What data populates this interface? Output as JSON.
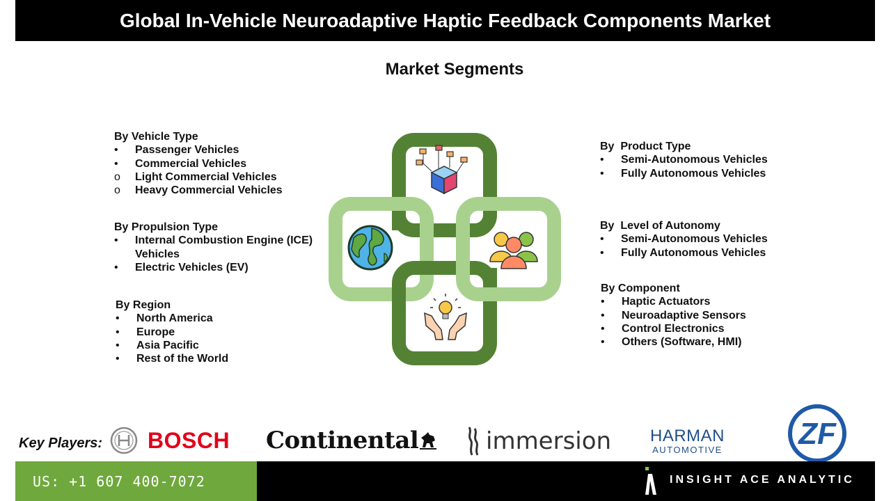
{
  "header": {
    "title": "Global In-Vehicle Neuroadaptive Haptic Feedback Components Market",
    "subtitle": "Market Segments"
  },
  "segments": {
    "vehicle_type": {
      "heading": "By Vehicle Type",
      "items": [
        {
          "marker": "•",
          "text": "Passenger Vehicles"
        },
        {
          "marker": "•",
          "text": "Commercial Vehicles"
        },
        {
          "marker": "o",
          "text": "Light Commercial Vehicles"
        },
        {
          "marker": "o",
          "text": "Heavy Commercial Vehicles"
        }
      ]
    },
    "propulsion_type": {
      "heading": "By Propulsion Type",
      "items": [
        {
          "marker": "•",
          "text": "Internal Combustion Engine (ICE) Vehicles"
        },
        {
          "marker": "•",
          "text": "Electric Vehicles (EV)"
        }
      ]
    },
    "region": {
      "heading": "By Region",
      "items": [
        {
          "marker": "•",
          "text": "North America"
        },
        {
          "marker": "•",
          "text": "Europe"
        },
        {
          "marker": "•",
          "text": "Asia Pacific"
        },
        {
          "marker": "•",
          "text": "Rest of the World"
        }
      ]
    },
    "product_type": {
      "heading": "By  Product Type",
      "items": [
        {
          "marker": "•",
          "text": "Semi-Autonomous Vehicles"
        },
        {
          "marker": "•",
          "text": "Fully Autonomous Vehicles"
        }
      ]
    },
    "level_of_autonomy": {
      "heading": "By  Level of Autonomy",
      "items": [
        {
          "marker": "•",
          "text": "Semi-Autonomous Vehicles"
        },
        {
          "marker": "•",
          "text": "Fully Autonomous Vehicles"
        }
      ]
    },
    "component": {
      "heading": "By Component",
      "items": [
        {
          "marker": "•",
          "text": "Haptic Actuators"
        },
        {
          "marker": "•",
          "text": "Neuroadaptive Sensors"
        },
        {
          "marker": "•",
          "text": "Control Electronics"
        },
        {
          "marker": "•",
          "text": "Others (Software, HMI)"
        }
      ]
    }
  },
  "key_players": {
    "label": "Key Players:",
    "logos": [
      "BOSCH",
      "Continental",
      "immersion",
      "HARMAN",
      "AUTOMOTIVE",
      "ZF"
    ]
  },
  "footer": {
    "phone": "US: +1 607 400-7072",
    "brand": "INSIGHT ACE ANALYTIC"
  },
  "colors": {
    "dark_green": "#548235",
    "light_green": "#a9d18e",
    "footer_green": "#6fa83c",
    "bosch_red": "#e2001a",
    "zf_blue": "#1f5aa8"
  },
  "icons": [
    "data-cube-icon",
    "globe-icon",
    "people-group-icon",
    "lightbulb-hands-icon"
  ]
}
